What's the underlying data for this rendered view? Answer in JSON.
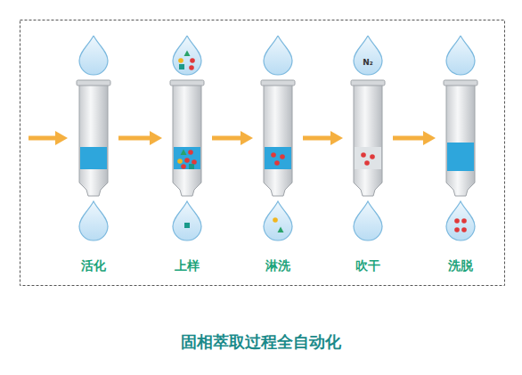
{
  "diagram": {
    "caption": "固相萃取过程全自动化",
    "nodes": [
      {
        "text": [
          "活化"
        ]
      },
      {
        "text": [
          "上样"
        ]
      },
      {
        "text": [
          "淋洗"
        ]
      },
      {
        "text": [
          "吹干"
        ]
      },
      {
        "text": [
          "洗脱"
        ]
      }
    ],
    "edges": [
      {
        "from": 0,
        "to": 1,
        "arrow": "to"
      },
      {
        "from": 1,
        "to": 2,
        "arrow": "to"
      },
      {
        "from": 2,
        "to": 3,
        "arrow": "to"
      },
      {
        "from": 3,
        "to": 4,
        "arrow": "to"
      }
    ],
    "labels": [
      "N₂"
    ]
  }
}
